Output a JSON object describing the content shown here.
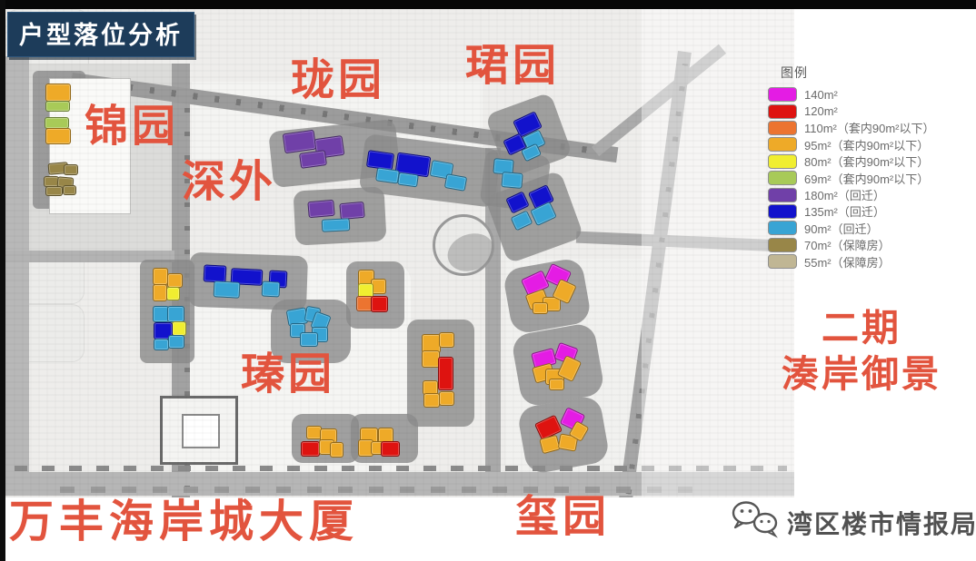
{
  "title": "户型落位分析",
  "map_labels": {
    "jinyuan": "锦园",
    "shenwai": "深外",
    "longyuan": "珑园",
    "junyuan": "珺园",
    "zhenyuan": "瑧园",
    "xiyuan": "玺园",
    "wanfeng": "万丰海岸城大厦",
    "phase2_line1": "二期",
    "phase2_line2": "湊岸御景"
  },
  "legend": {
    "title": "图例",
    "items": [
      {
        "key": "140",
        "label": "140m²"
      },
      {
        "key": "120",
        "label": "120m²"
      },
      {
        "key": "110",
        "label": "110m²（套内90m²以下）"
      },
      {
        "key": "95",
        "label": "95m²（套内90m²以下）"
      },
      {
        "key": "80",
        "label": "80m²（套内90m²以下）"
      },
      {
        "key": "69",
        "label": "69m²（套内90m²以下）"
      },
      {
        "key": "180",
        "label": "180m²（回迁）"
      },
      {
        "key": "135",
        "label": "135m²（回迁）"
      },
      {
        "key": "90",
        "label": "90m²（回迁）"
      },
      {
        "key": "70",
        "label": "70m²（保障房）"
      },
      {
        "key": "55",
        "label": "55m²（保障房）"
      }
    ]
  },
  "palette": {
    "140": "#e41ce4",
    "120": "#de1310",
    "110": "#ec7430",
    "95": "#eeaa28",
    "80": "#f0ee30",
    "69": "#a8ca58",
    "180": "#7040a8",
    "135": "#1212cc",
    "90": "#38a4d4",
    "70": "#988648",
    "55": "#c0b694"
  },
  "colors": {
    "label_red": "#e2543e",
    "title_bg": "#1d3c5a",
    "title_text": "#ffffff",
    "watermark_gray": "#3a3a3a"
  },
  "watermark": {
    "icon": "wechat-icon",
    "text": "湾区楼市情报局"
  },
  "buildings": [
    [
      50,
      92,
      26,
      18,
      "95",
      0
    ],
    [
      50,
      111,
      25,
      10,
      "69",
      0
    ],
    [
      49,
      129,
      25,
      11,
      "69",
      0
    ],
    [
      50,
      141,
      26,
      16,
      "95",
      0
    ],
    [
      53,
      179,
      20,
      11,
      "70",
      -5
    ],
    [
      70,
      181,
      14,
      10,
      "70",
      0
    ],
    [
      48,
      194,
      15,
      10,
      "70",
      0
    ],
    [
      63,
      195,
      16,
      10,
      "70",
      5
    ],
    [
      50,
      205,
      17,
      9,
      "70",
      0
    ],
    [
      69,
      204,
      13,
      9,
      "70",
      0
    ],
    [
      312,
      145,
      33,
      20,
      "180",
      -8
    ],
    [
      347,
      151,
      29,
      20,
      "180",
      -8
    ],
    [
      330,
      167,
      27,
      15,
      "180",
      -8
    ],
    [
      404,
      167,
      27,
      17,
      "135",
      8
    ],
    [
      436,
      170,
      35,
      21,
      "135",
      8
    ],
    [
      414,
      186,
      23,
      13,
      "90",
      8
    ],
    [
      438,
      191,
      20,
      12,
      "90",
      8
    ],
    [
      474,
      178,
      22,
      16,
      "90",
      10
    ],
    [
      490,
      193,
      21,
      14,
      "90",
      10
    ],
    [
      543,
      175,
      20,
      15,
      "90",
      5
    ],
    [
      552,
      190,
      21,
      15,
      "90",
      5
    ],
    [
      339,
      221,
      27,
      16,
      "180",
      -5
    ],
    [
      374,
      223,
      25,
      16,
      "180",
      -5
    ],
    [
      354,
      241,
      29,
      12,
      "90",
      -3
    ],
    [
      567,
      127,
      25,
      18,
      "135",
      -25
    ],
    [
      577,
      146,
      19,
      16,
      "90",
      -25
    ],
    [
      556,
      150,
      19,
      16,
      "135",
      -25
    ],
    [
      575,
      161,
      17,
      12,
      "90",
      -25
    ],
    [
      584,
      207,
      21,
      18,
      "135",
      -25
    ],
    [
      559,
      214,
      19,
      16,
      "135",
      -25
    ],
    [
      586,
      226,
      22,
      17,
      "90",
      -25
    ],
    [
      564,
      235,
      18,
      14,
      "90",
      -25
    ],
    [
      168,
      295,
      15,
      17,
      "95",
      0
    ],
    [
      184,
      301,
      15,
      14,
      "95",
      0
    ],
    [
      183,
      316,
      13,
      13,
      "80",
      0
    ],
    [
      168,
      313,
      14,
      17,
      "95",
      0
    ],
    [
      168,
      337,
      16,
      16,
      "90",
      0
    ],
    [
      184,
      337,
      17,
      16,
      "90",
      0
    ],
    [
      189,
      354,
      14,
      14,
      "80",
      0
    ],
    [
      169,
      355,
      19,
      17,
      "135",
      0
    ],
    [
      185,
      369,
      16,
      13,
      "90",
      0
    ],
    [
      169,
      373,
      15,
      11,
      "90",
      0
    ],
    [
      224,
      292,
      23,
      17,
      "135",
      3
    ],
    [
      254,
      296,
      33,
      16,
      "135",
      3
    ],
    [
      296,
      298,
      18,
      17,
      "135",
      3
    ],
    [
      235,
      310,
      27,
      16,
      "90",
      3
    ],
    [
      288,
      310,
      18,
      15,
      "90",
      3
    ],
    [
      316,
      340,
      20,
      16,
      "90",
      -10
    ],
    [
      336,
      338,
      14,
      15,
      "90",
      10
    ],
    [
      344,
      345,
      16,
      17,
      "90",
      20
    ],
    [
      319,
      356,
      15,
      14,
      "90",
      0
    ],
    [
      343,
      360,
      16,
      15,
      "90",
      0
    ],
    [
      330,
      366,
      18,
      14,
      "90",
      0
    ],
    [
      394,
      297,
      16,
      18,
      "95",
      0
    ],
    [
      408,
      307,
      15,
      15,
      "95",
      0
    ],
    [
      394,
      312,
      15,
      15,
      "80",
      0
    ],
    [
      392,
      326,
      17,
      15,
      "110",
      0
    ],
    [
      408,
      326,
      17,
      16,
      "120",
      0
    ],
    [
      464,
      368,
      19,
      19,
      "95",
      0
    ],
    [
      483,
      366,
      15,
      15,
      "95",
      0
    ],
    [
      464,
      386,
      18,
      17,
      "95",
      0
    ],
    [
      482,
      393,
      15,
      35,
      "120",
      0
    ],
    [
      465,
      419,
      15,
      14,
      "95",
      0
    ],
    [
      466,
      433,
      16,
      14,
      "95",
      0
    ],
    [
      483,
      431,
      15,
      14,
      "95",
      0
    ],
    [
      337,
      469,
      15,
      13,
      "95",
      0
    ],
    [
      352,
      472,
      17,
      14,
      "95",
      0
    ],
    [
      331,
      486,
      19,
      15,
      "120",
      0
    ],
    [
      351,
      484,
      15,
      15,
      "95",
      0
    ],
    [
      363,
      487,
      13,
      15,
      "95",
      0
    ],
    [
      396,
      471,
      18,
      16,
      "95",
      0
    ],
    [
      416,
      471,
      15,
      15,
      "95",
      0
    ],
    [
      394,
      484,
      15,
      17,
      "95",
      0
    ],
    [
      408,
      486,
      13,
      13,
      "95",
      0
    ],
    [
      419,
      486,
      19,
      15,
      "120",
      0
    ],
    [
      576,
      302,
      24,
      18,
      "140",
      -25
    ],
    [
      602,
      294,
      22,
      18,
      "140",
      25
    ],
    [
      580,
      321,
      20,
      16,
      "95",
      -20
    ],
    [
      597,
      327,
      18,
      14,
      "95",
      0
    ],
    [
      611,
      310,
      18,
      20,
      "95",
      25
    ],
    [
      586,
      333,
      15,
      11,
      "95",
      0
    ],
    [
      586,
      386,
      23,
      16,
      "140",
      -15
    ],
    [
      612,
      380,
      20,
      17,
      "140",
      20
    ],
    [
      587,
      402,
      20,
      16,
      "95",
      -15
    ],
    [
      600,
      406,
      19,
      16,
      "95",
      0
    ],
    [
      617,
      394,
      17,
      22,
      "95",
      25
    ],
    [
      604,
      417,
      15,
      11,
      "95",
      0
    ],
    [
      591,
      461,
      23,
      18,
      "120",
      -25
    ],
    [
      619,
      452,
      20,
      18,
      "140",
      25
    ],
    [
      595,
      481,
      18,
      15,
      "95",
      -15
    ],
    [
      615,
      479,
      18,
      15,
      "95",
      10
    ],
    [
      629,
      466,
      14,
      16,
      "95",
      30
    ]
  ]
}
